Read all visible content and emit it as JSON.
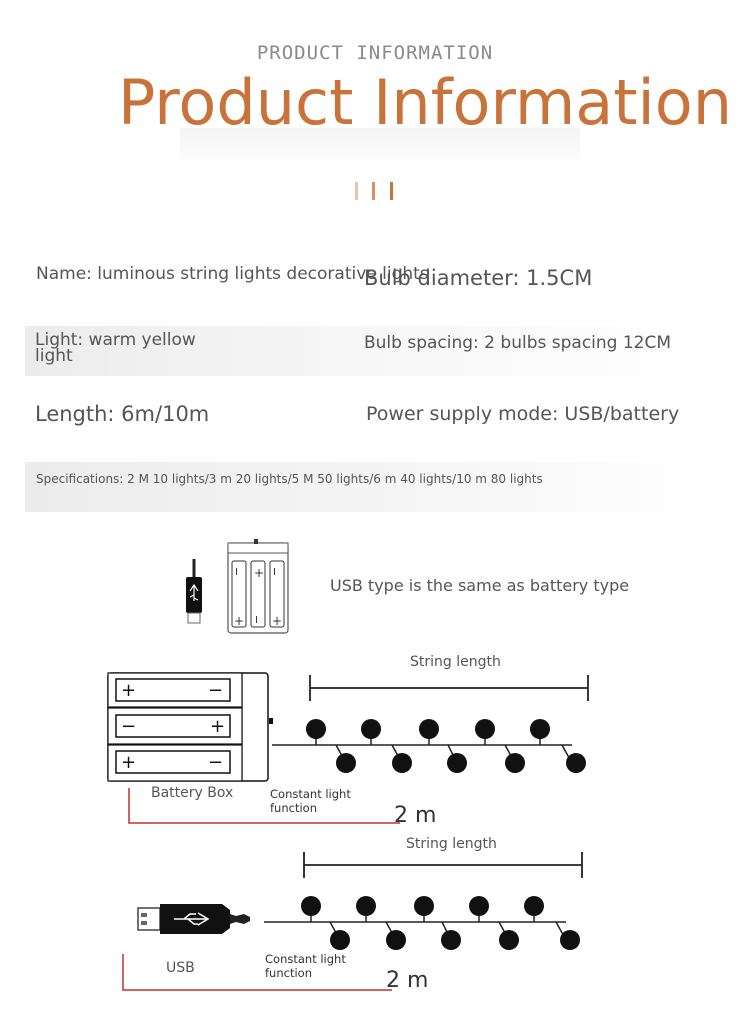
{
  "header": {
    "subtitle": "PRODUCT INFORMATION",
    "title": "Product Information",
    "accent_color": "#c8733a"
  },
  "specs": {
    "name": "Name: luminous string lights decorative lights",
    "bulb_diameter": "Bulb diameter: 1.5CM",
    "light_line1": "Light: warm yellow",
    "light_line2": "light",
    "bulb_spacing": "Bulb spacing: 2 bulbs spacing 12CM",
    "length": "Length: 6m/10m",
    "power_supply": "Power supply mode: USB/battery",
    "specifications": "Specifications: 2 M 10 lights/3 m 20 lights/5 M 50 lights/6 m 40 lights/10 m 80 lights"
  },
  "usb_battery": {
    "note": "USB type is the same as battery type"
  },
  "diagram_battery": {
    "string_length": "String length",
    "box_label": "Battery Box",
    "function_line1": "Constant light",
    "function_line2": "function",
    "length": "2 m"
  },
  "diagram_usb": {
    "string_length": "String length",
    "usb_label": "USB",
    "function_line1": "Constant light",
    "function_line2": "function",
    "length": "2 m"
  },
  "icons": [
    "usb-plug-icon",
    "battery-pack-icon",
    "battery-box-icon",
    "usb-cable-icon",
    "bulb-icon"
  ]
}
